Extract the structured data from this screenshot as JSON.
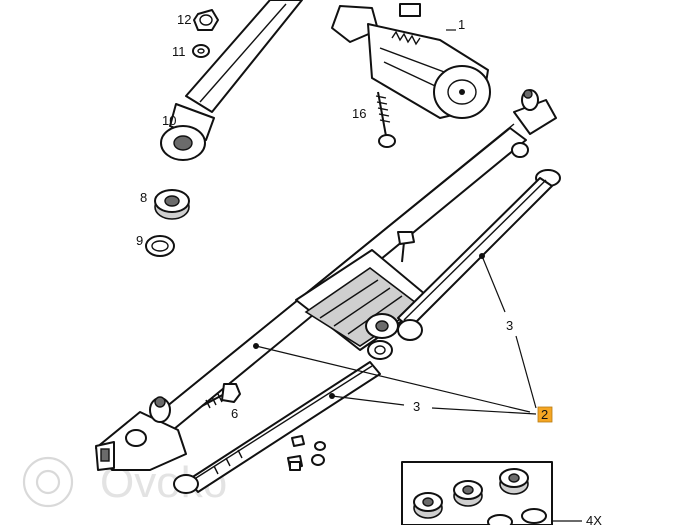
{
  "colors": {
    "line": "#111111",
    "highlight": "#f5a623"
  },
  "callouts": [
    {
      "id": "c1",
      "text": "1"
    },
    {
      "id": "c2",
      "text": "2"
    },
    {
      "id": "c3a",
      "text": "3"
    },
    {
      "id": "c3b",
      "text": "3"
    },
    {
      "id": "c6",
      "text": "6"
    },
    {
      "id": "c8",
      "text": "8"
    },
    {
      "id": "c9",
      "text": "9"
    },
    {
      "id": "c10",
      "text": "10"
    },
    {
      "id": "c11",
      "text": "11"
    },
    {
      "id": "c12",
      "text": "12"
    },
    {
      "id": "c16",
      "text": "16"
    }
  ],
  "kit": {
    "qty": "4X"
  },
  "watermark": {
    "text": "Ovoko"
  }
}
